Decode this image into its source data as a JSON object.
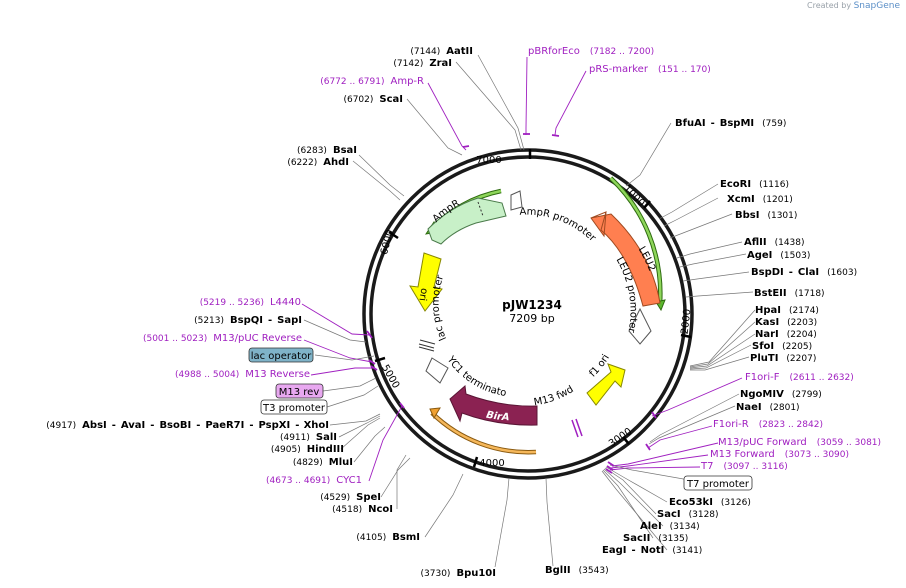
{
  "brand": {
    "prefix": "Created by",
    "name": "SnapGene"
  },
  "plasmid": {
    "name": "pJW1234",
    "length": "7209 bp"
  },
  "ticks": [
    "1000",
    "2000",
    "3000",
    "4000",
    "5000",
    "6000",
    "7000"
  ],
  "features": {
    "ampr": "AmpR",
    "ampr_promoter": "AmpR promoter",
    "leu2": "LEU2",
    "leu2_promoter": "LEU2 promoter",
    "ori": "ori",
    "lac_promoter": "lac promoter",
    "cyc1_terminator": "CYC1 terminator",
    "bira": "BirA",
    "m13_fwd": "M13 fwd",
    "f1_ori": "f1 ori"
  },
  "enzymes": {
    "aatii": {
      "name": "AatII",
      "pos": "(7144)"
    },
    "zrai": {
      "name": "ZraI",
      "pos": "(7142)"
    },
    "scai": {
      "name": "ScaI",
      "pos": "(6702)"
    },
    "bsai": {
      "name": "BsaI",
      "pos": "(6283)"
    },
    "ahdi": {
      "name": "AhdI",
      "pos": "(6222)"
    },
    "bfuai": {
      "name": "BfuAI",
      "sep": "-",
      "name2": "BspMI",
      "pos": "(759)"
    },
    "ecori": {
      "name": "EcoRI",
      "pos": "(1116)"
    },
    "xcmi": {
      "name": "XcmI",
      "pos": "(1201)"
    },
    "bbsi": {
      "name": "BbsI",
      "pos": "(1301)"
    },
    "aflii": {
      "name": "AflII",
      "pos": "(1438)"
    },
    "agei": {
      "name": "AgeI",
      "pos": "(1503)"
    },
    "bspdi": {
      "name": "BspDI",
      "sep": "-",
      "name2": "ClaI",
      "pos": "(1603)"
    },
    "bsteii": {
      "name": "BstEII",
      "pos": "(1718)"
    },
    "hpai": {
      "name": "HpaI",
      "pos": "(2174)"
    },
    "kasi": {
      "name": "KasI",
      "pos": "(2203)"
    },
    "nari": {
      "name": "NarI",
      "pos": "(2204)"
    },
    "sfoi": {
      "name": "SfoI",
      "pos": "(2205)"
    },
    "pluti": {
      "name": "PluTI",
      "pos": "(2207)"
    },
    "ngomiv": {
      "name": "NgoMIV",
      "pos": "(2799)"
    },
    "naei": {
      "name": "NaeI",
      "pos": "(2801)"
    },
    "eco53ki": {
      "name": "Eco53kI",
      "pos": "(3126)"
    },
    "saci": {
      "name": "SacI",
      "pos": "(3128)"
    },
    "alei": {
      "name": "AleI",
      "pos": "(3134)"
    },
    "sacii": {
      "name": "SacII",
      "pos": "(3135)"
    },
    "eagi": {
      "name": "EagI",
      "sep": "-",
      "name2": "NotI",
      "pos": "(3141)"
    },
    "bglii": {
      "name": "BglII",
      "pos": "(3543)"
    },
    "bpu10i": {
      "name": "Bpu10I",
      "pos": "(3730)"
    },
    "bsmi": {
      "name": "BsmI",
      "pos": "(4105)"
    },
    "spei": {
      "name": "SpeI",
      "pos": "(4529)"
    },
    "ncoi": {
      "name": "NcoI",
      "pos": "(4518)"
    },
    "mlui": {
      "name": "MluI",
      "pos": "(4829)"
    },
    "hindiii": {
      "name": "HindIII",
      "pos": "(4905)"
    },
    "sali": {
      "name": "SalI",
      "pos": "(4911)"
    },
    "avai_group": {
      "pos": "(4917)",
      "n1": "AbsI",
      "n2": "AvaI",
      "n3": "BsoBI",
      "n4": "PaeR7I",
      "n5": "PspXI",
      "n6": "XhoI",
      "sep": "-"
    },
    "bspqi": {
      "name": "BspQI",
      "sep": "-",
      "name2": "SapI",
      "pos": "(5213)"
    }
  },
  "sites": {
    "pbrforeco": {
      "name": "pBRforEco",
      "pos": "(7182 .. 7200)"
    },
    "prs_marker": {
      "name": "pRS-marker",
      "pos": "(151 .. 170)"
    },
    "amp_r": {
      "name": "Amp-R",
      "pos": "(6772 .. 6791)"
    },
    "l4440": {
      "name": "L4440",
      "pos": "(5219 .. 5236)"
    },
    "m13_puc_reverse": {
      "name": "M13/pUC Reverse",
      "pos": "(5001 .. 5023)"
    },
    "lac_operator": {
      "name": "lac operator"
    },
    "m13_reverse": {
      "name": "M13 Reverse",
      "pos": "(4988 .. 5004)"
    },
    "m13_rev": {
      "name": "M13 rev"
    },
    "t3_promoter": {
      "name": "T3 promoter"
    },
    "cyc1": {
      "name": "CYC1",
      "pos": "(4673 .. 4691)"
    },
    "f1ori_f": {
      "name": "F1ori-F",
      "pos": "(2611 .. 2632)"
    },
    "f1ori_r": {
      "name": "F1ori-R",
      "pos": "(2823 .. 2842)"
    },
    "m13_puc_forward": {
      "name": "M13/pUC Forward",
      "pos": "(3059 .. 3081)"
    },
    "m13_forward": {
      "name": "M13 Forward",
      "pos": "(3073 .. 3090)"
    },
    "t7": {
      "name": "T7",
      "pos": "(3097 .. 3116)"
    },
    "t7_promoter": {
      "name": "T7 promoter"
    }
  },
  "colors": {
    "backbone": "#1a1a1a",
    "site_label": "#a020c0",
    "ampr": "#c8f0c8",
    "leu2": "#ff7f50",
    "ori": "#ffff00",
    "bira": "#8b2252",
    "f1_ori": "#ffff00",
    "lac_operator_box": "#7fb3c8",
    "m13_rev_box": "#e8a8f0",
    "ring_green": "#5cb82e",
    "ring_orange": "#f0a030"
  }
}
